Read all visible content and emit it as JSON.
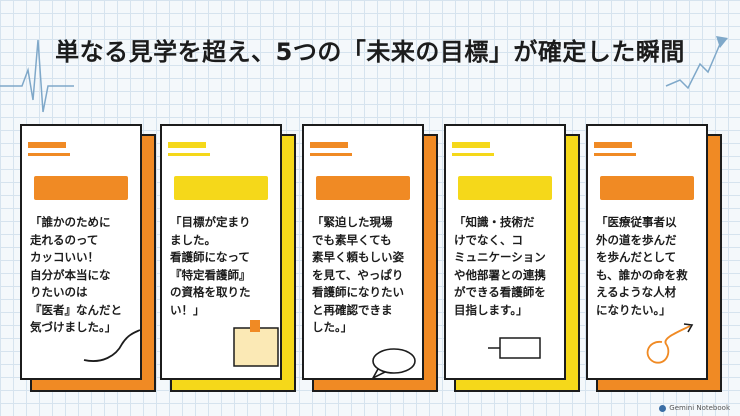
{
  "title": "単なる見学を超え、5つの「未来の目標」が確定した瞬間",
  "colors": {
    "orange": "#f08a24",
    "yellow": "#f5d81a",
    "ink": "#1c1c1c",
    "grid": "#d6e3ee",
    "accent_blue": "#7fa8c9"
  },
  "cards": [
    {
      "theme": "orange",
      "text": "「誰かのために\n走れるのって\nカッコいい！\n自分が本当にな\nりたいのは\n『医者』なんだと\n気づけました。」",
      "doodle": "swoosh"
    },
    {
      "theme": "yellow",
      "text": "「目標が定まり\nました。\n看護師になって\n『特定看護師』\nの資格を取りた\nい！」",
      "doodle": "sticky-note"
    },
    {
      "theme": "orange",
      "text": "「緊迫した現場\nでも素早くても\n素早く頼もしい姿\nを見て、やっぱり\n看護師になりたい\nと再確認できま\nした。」",
      "doodle": "speech-bubble"
    },
    {
      "theme": "yellow",
      "text": "「知識・技術だ\nけでなく、コ\nミュニケーション\nや他部署との連携\nができる看護師を\n目指します。」",
      "doodle": "message-box"
    },
    {
      "theme": "orange",
      "text": "「医療従事者以\n外の道を歩んだ\nを歩んだとして\nも、誰かの命を救\nえるような人材\nになりたい。」",
      "doodle": "loop-arrow"
    }
  ],
  "footer": {
    "brand": "Gemini Notebook"
  }
}
